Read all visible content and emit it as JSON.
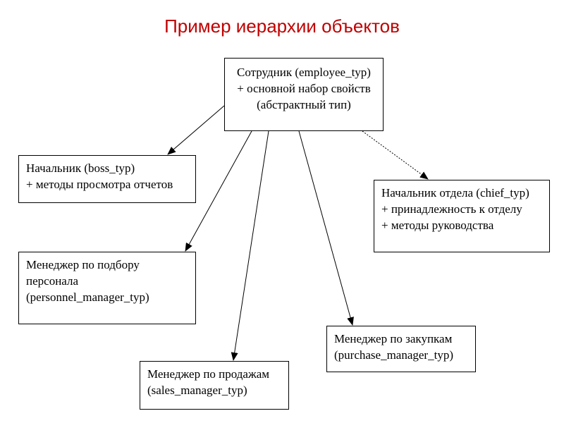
{
  "title": "Пример иерархии объектов",
  "nodes": {
    "root": [
      "Сотрудник (employee_typ)",
      "+ основной набор свойств",
      "(абстрактный тип)"
    ],
    "boss": [
      "Начальник (boss_typ)",
      "+ методы просмотра отчетов"
    ],
    "chief": [
      "Начальник отдела (chief_typ)",
      "+ принадлежность к отделу",
      "+ методы руководства"
    ],
    "personnel": [
      "Менеджер по подбору",
      "персонала",
      "(personnel_manager_typ)"
    ],
    "purchase": [
      "Менеджер по закупкам",
      "(purchase_manager_typ)"
    ],
    "sales": [
      "Менеджер по продажам",
      "(sales_manager_typ)"
    ]
  },
  "edges": [
    {
      "from": "root",
      "to": "boss"
    },
    {
      "from": "root",
      "to": "personnel"
    },
    {
      "from": "root",
      "to": "sales"
    },
    {
      "from": "root",
      "to": "purchase"
    },
    {
      "from": "root",
      "to": "chief"
    }
  ],
  "colors": {
    "title": "#c00000",
    "line": "#000000"
  }
}
